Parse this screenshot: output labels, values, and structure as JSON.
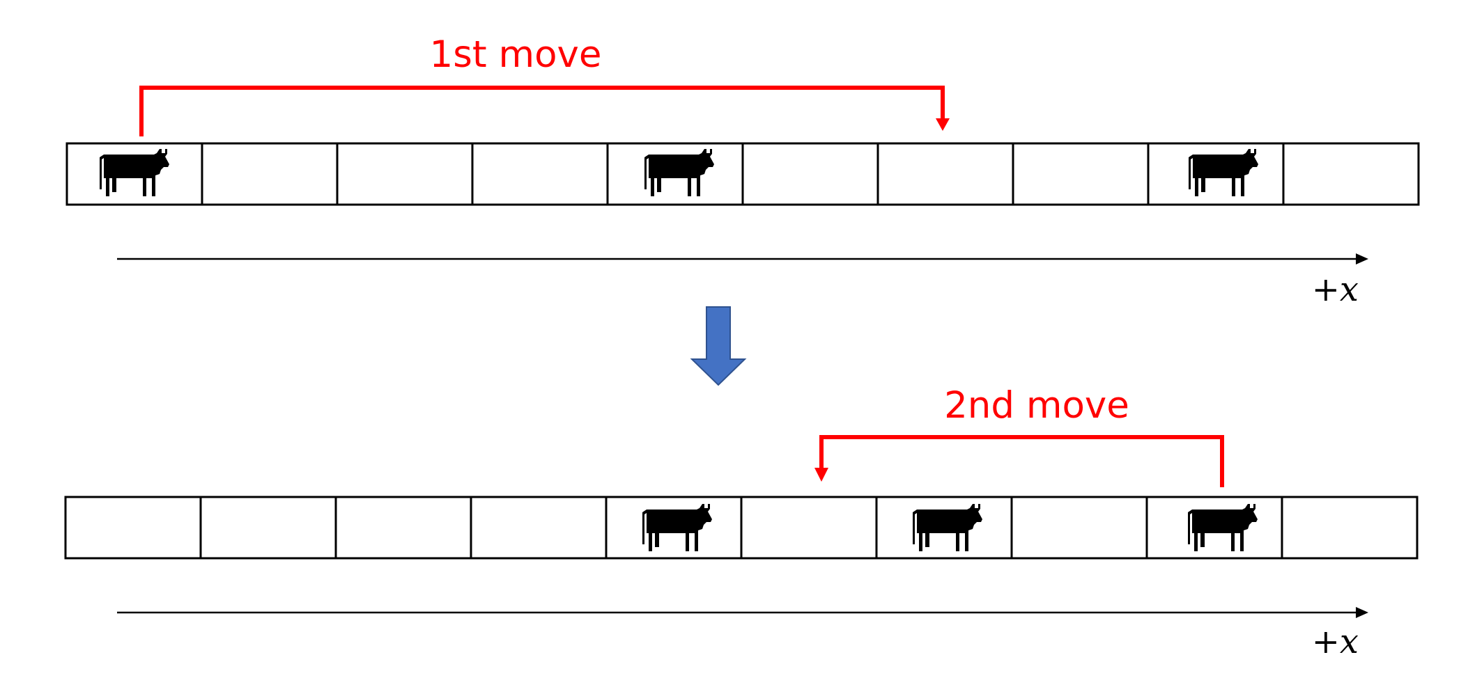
{
  "colors": {
    "move_arrow": "#ff0000",
    "transition_arrow": "#4472c4",
    "transition_arrow_border": "#2f528f",
    "cell_border": "#000000",
    "cow": "#000000",
    "axis": "#000000"
  },
  "icon": "cow-icon",
  "top_row": {
    "cell_count": 10,
    "cows_at_cells": [
      0,
      4,
      8
    ],
    "move_label": "1st move",
    "move_from_cell": 0,
    "move_to_cell": 6,
    "axis_label": "+x"
  },
  "transition": {
    "icon": "arrow-down-icon"
  },
  "bottom_row": {
    "cell_count": 10,
    "cows_at_cells": [
      4,
      6,
      8
    ],
    "move_label": "2nd move",
    "move_from_cell": 8,
    "move_to_cell": 5,
    "axis_label": "+x"
  }
}
